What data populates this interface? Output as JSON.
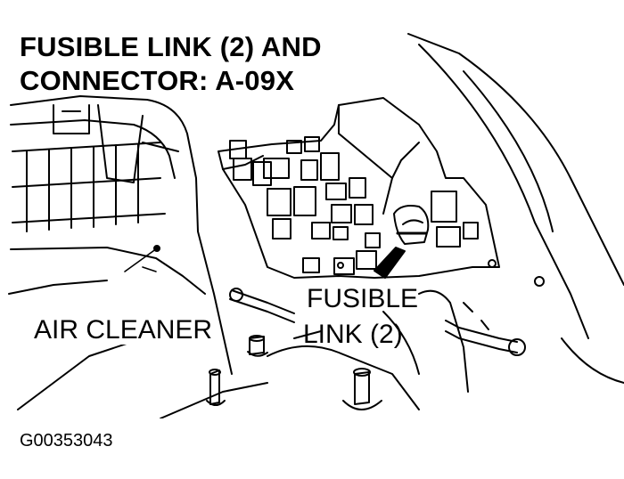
{
  "diagram": {
    "title_line1": "FUSIBLE LINK (2) AND",
    "title_line2": "CONNECTOR: A-09X",
    "callouts": {
      "air_cleaner": "AIR CLEANER",
      "fusible_line1": "FUSIBLE",
      "fusible_line2": "LINK (2)"
    },
    "figure_id": "G00353043",
    "ink_color": "#000000",
    "paper_color": "#ffffff"
  }
}
